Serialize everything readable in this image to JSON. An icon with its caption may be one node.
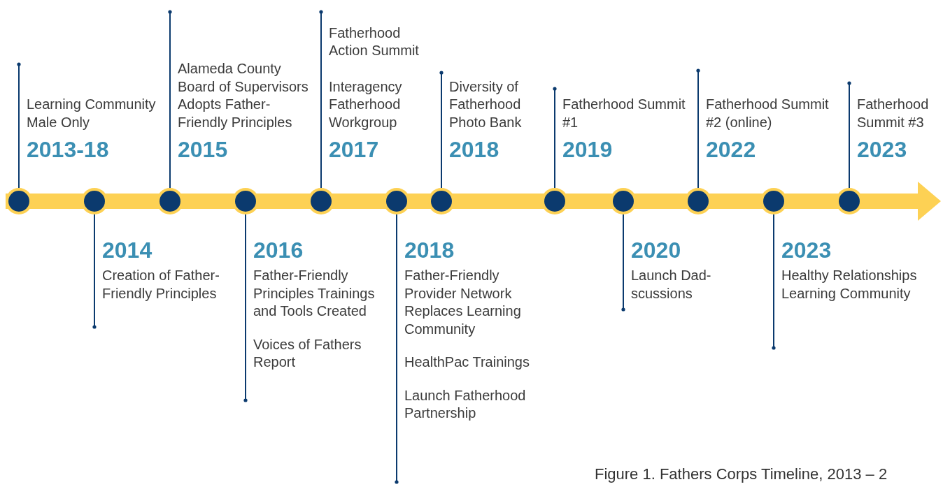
{
  "diagram": {
    "caption": "Figure 1. Fathers Corps Timeline, 2013 – 2",
    "nodes": [
      {
        "text": [
          "Learning Community Male Only",
          "2013-18"
        ]
      },
      {
        "text": [
          "2014",
          "Creation of Father-Friendly Principles"
        ]
      },
      {
        "text": [
          "Alameda County Board of Supervisors Adopts Father-Friendly Principles",
          "2015"
        ]
      },
      {
        "text": [
          "2016",
          "Father-Friendly Principles Trainings and Tools Created",
          "Voices of Fathers Report"
        ]
      },
      {
        "text": [
          "Fatherhood Action Summit",
          "Interagency Fatherhood Workgroup",
          "2017"
        ]
      },
      {
        "text": [
          "2018",
          "Father-Friendly Provider Network Replaces Learning Community",
          "HealthPac Trainings",
          "Launch Fatherhood Partnership"
        ]
      },
      {
        "text": [
          "Diversity of Fatherhood Photo Bank",
          "2018"
        ]
      },
      {
        "text": [
          "Fatherhood Summit #1",
          "2019"
        ]
      },
      {
        "text": [
          "2020",
          "Launch Dad-scussions"
        ]
      },
      {
        "text": [
          "Fatherhood Summit #2 (online)",
          "2022"
        ]
      },
      {
        "text": [
          "2023",
          "Healthy Relationships Learning Community"
        ]
      },
      {
        "text": [
          "Fatherhood Summit #3",
          "2023"
        ]
      },
      {
        "text": [],
        "shape": "circle"
      },
      {
        "text": [],
        "shape": "circle"
      },
      {
        "text": [],
        "shape": "circle"
      },
      {
        "text": [],
        "shape": "circle"
      },
      {
        "text": [],
        "shape": "circle"
      },
      {
        "text": [],
        "shape": "circle"
      },
      {
        "text": [],
        "shape": "circle"
      },
      {
        "text": [],
        "shape": "circle"
      },
      {
        "text": [],
        "shape": "circle"
      },
      {
        "text": [],
        "shape": "circle"
      },
      {
        "text": [],
        "shape": "circle"
      },
      {
        "text": [],
        "shape": "circle"
      }
    ],
    "edges": [
      {
        "from": 12,
        "to": 0,
        "arrow": "other"
      },
      {
        "from": 13,
        "to": 1,
        "arrow": "other"
      },
      {
        "from": 14,
        "to": 2,
        "arrow": "other"
      },
      {
        "from": 15,
        "to": 3,
        "arrow": "other"
      },
      {
        "from": 16,
        "to": 4,
        "arrow": "other"
      },
      {
        "from": 17,
        "to": 5,
        "arrow": "other"
      },
      {
        "from": 18,
        "to": 6,
        "arrow": "other"
      },
      {
        "from": 19,
        "to": 7,
        "arrow": "other"
      },
      {
        "from": 20,
        "to": 8,
        "arrow": "other"
      },
      {
        "from": 21,
        "to": 9,
        "arrow": "other"
      },
      {
        "from": 22,
        "to": 10,
        "arrow": "other"
      },
      {
        "from": 23,
        "to": 11,
        "arrow": "other"
      }
    ]
  }
}
